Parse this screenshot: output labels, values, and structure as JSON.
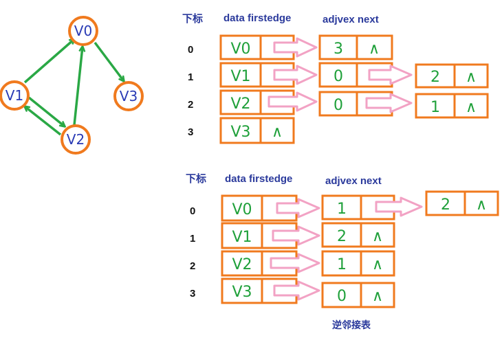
{
  "graph": {
    "vertices": [
      {
        "id": "v0",
        "label": "V0"
      },
      {
        "id": "v1",
        "label": "V1"
      },
      {
        "id": "v2",
        "label": "V2"
      },
      {
        "id": "v3",
        "label": "V3"
      }
    ],
    "edges": [
      {
        "from": "v1",
        "to": "v0"
      },
      {
        "from": "v0",
        "to": "v3"
      },
      {
        "from": "v1",
        "to": "v2"
      },
      {
        "from": "v2",
        "to": "v1"
      },
      {
        "from": "v2",
        "to": "v0"
      }
    ]
  },
  "top_table": {
    "header_index": "下标",
    "header_vertex": "data firstedge",
    "header_edge": "adjvex next",
    "rows": [
      {
        "index": "0",
        "data": "V0",
        "firstedge": "",
        "edges": [
          {
            "adjvex": "3",
            "next": "∧"
          }
        ]
      },
      {
        "index": "1",
        "data": "V1",
        "firstedge": "",
        "edges": [
          {
            "adjvex": "0",
            "next": ""
          },
          {
            "adjvex": "2",
            "next": "∧"
          }
        ]
      },
      {
        "index": "2",
        "data": "V2",
        "firstedge": "",
        "edges": [
          {
            "adjvex": "0",
            "next": ""
          },
          {
            "adjvex": "1",
            "next": "∧"
          }
        ]
      },
      {
        "index": "3",
        "data": "V3",
        "firstedge": "∧",
        "edges": []
      }
    ]
  },
  "bottom_table": {
    "header_index": "下标",
    "header_vertex": "data firstedge",
    "header_edge": "adjvex next",
    "rows": [
      {
        "index": "0",
        "data": "V0",
        "firstedge": "",
        "edges": [
          {
            "adjvex": "1",
            "next": ""
          },
          {
            "adjvex": "2",
            "next": "∧"
          }
        ]
      },
      {
        "index": "1",
        "data": "V1",
        "firstedge": "",
        "edges": [
          {
            "adjvex": "2",
            "next": "∧"
          }
        ]
      },
      {
        "index": "2",
        "data": "V2",
        "firstedge": "",
        "edges": [
          {
            "adjvex": "1",
            "next": "∧"
          }
        ]
      },
      {
        "index": "3",
        "data": "V3",
        "firstedge": "",
        "edges": [
          {
            "adjvex": "0",
            "next": "∧"
          }
        ]
      }
    ],
    "caption": "逆邻接表"
  },
  "colors": {
    "node_ring": "#f07a1e",
    "edge": "#2aa845",
    "cell_border": "#f07a1e",
    "pointer": "#f2a2c4",
    "handwriting": "#1fa03a",
    "header": "#2b3a9c"
  }
}
